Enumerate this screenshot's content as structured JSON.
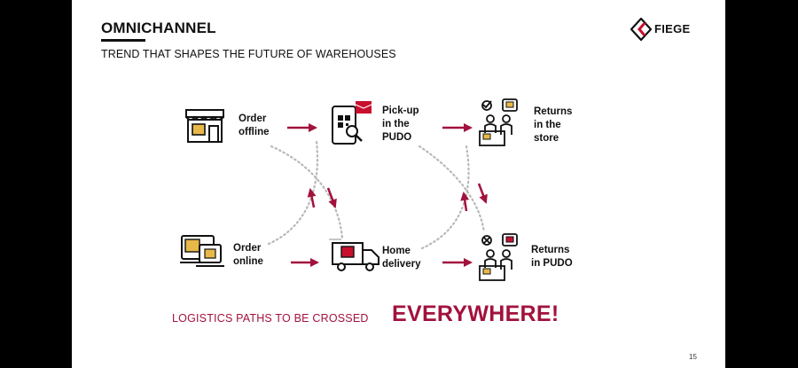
{
  "slide": {
    "title": "OMNICHANNEL",
    "subtitle": "TREND THAT SHAPES THE FUTURE OF WAREHOUSES",
    "logo_text": "FIEGE",
    "page_number": "15"
  },
  "diagram": {
    "nodes": {
      "order_offline": "Order\noffline",
      "pickup_pudo": "Pick-up\nin the\nPUDO",
      "returns_store": "Returns\nin the\nstore",
      "order_online": "Order\nonline",
      "home_delivery": "Home\ndelivery",
      "returns_pudo": "Returns\nin PUDO"
    }
  },
  "tagline": {
    "text": "LOGISTICS PATHS TO BE CROSSED",
    "emphasis": "EVERYWHERE!"
  },
  "colors": {
    "accent": "#a2123d",
    "dots": "#b8b8b8",
    "dark": "#111111",
    "box": "#e8b948",
    "red": "#c8102e"
  }
}
